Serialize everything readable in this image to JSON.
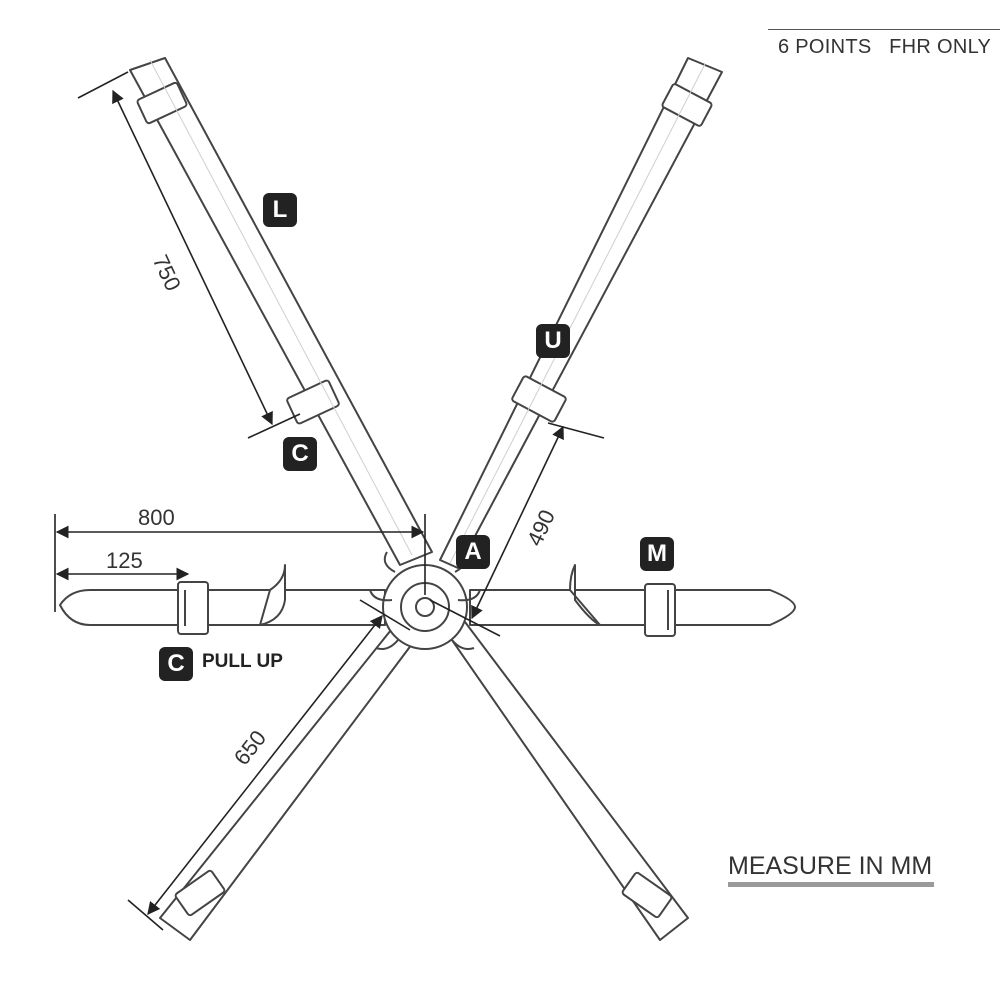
{
  "header": {
    "text": "6 POINTS   FHR ONLY"
  },
  "footer": {
    "measure_text": "MEASURE IN MM"
  },
  "labels": {
    "L": "L",
    "U": "U",
    "C_top": "C",
    "A": "A",
    "M": "M",
    "C_bottom": "C",
    "pull_up": "PULL UP"
  },
  "dimensions": {
    "d750": "750",
    "d490": "490",
    "d800": "800",
    "d125": "125",
    "d650": "650"
  }
}
